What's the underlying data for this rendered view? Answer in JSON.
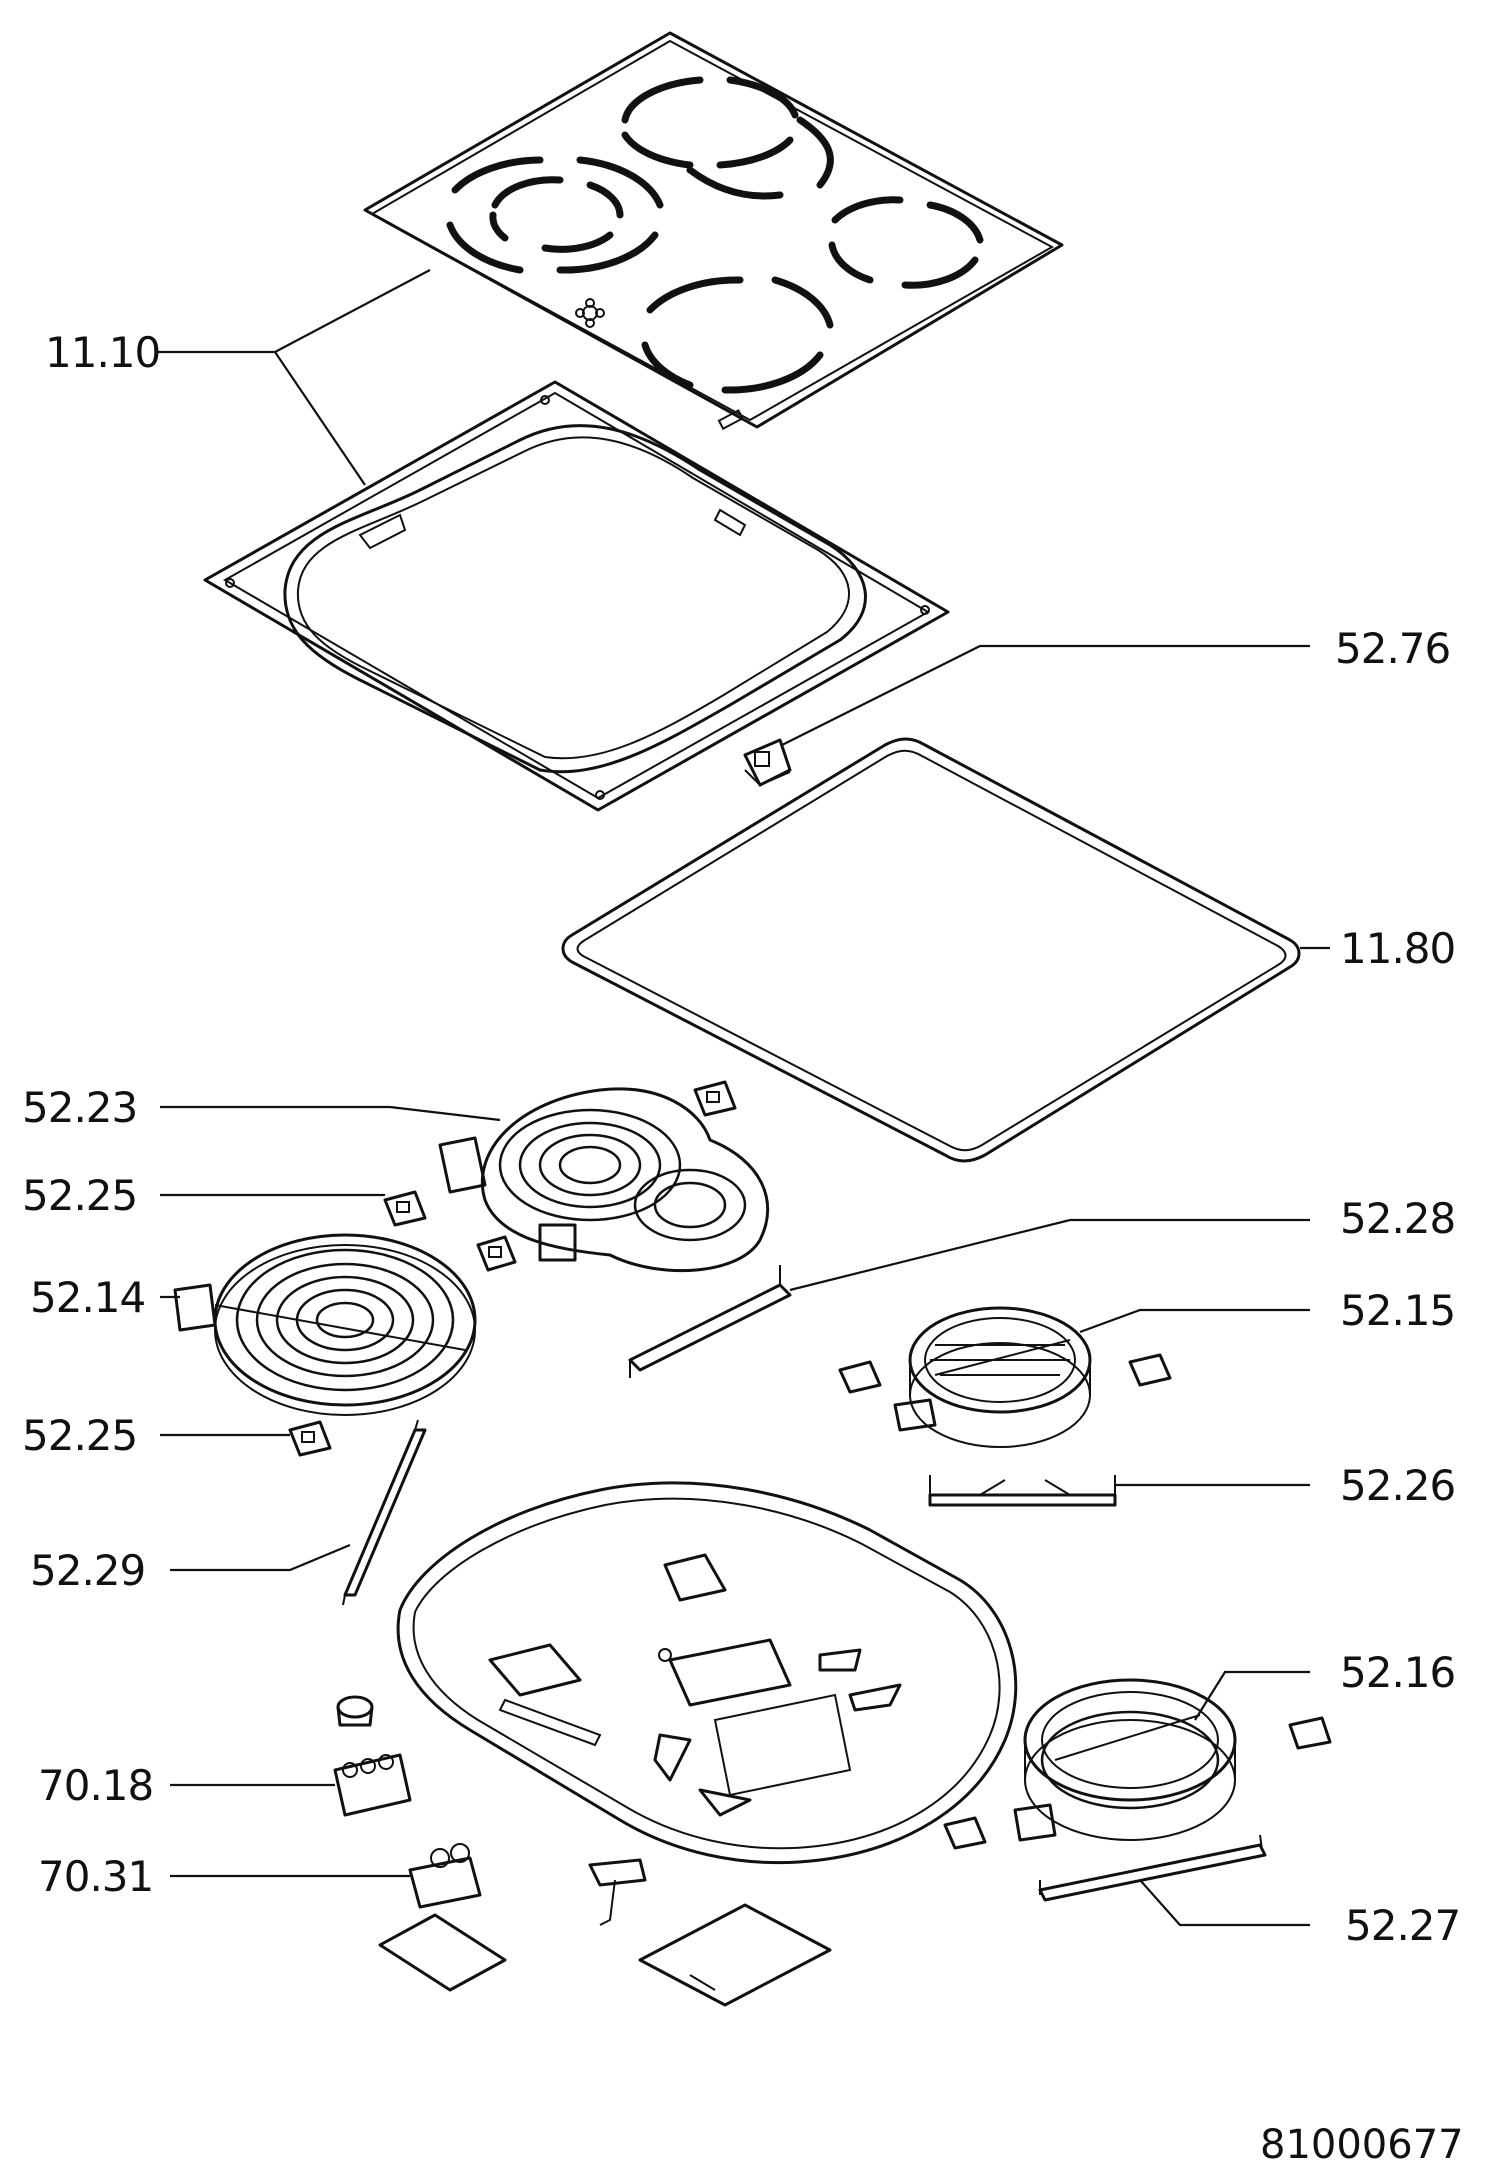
{
  "callouts": [
    {
      "id": "c1110",
      "label": "11.10"
    },
    {
      "id": "c5276",
      "label": "52.76"
    },
    {
      "id": "c1180",
      "label": "11.80"
    },
    {
      "id": "c5223",
      "label": "52.23"
    },
    {
      "id": "c5225a",
      "label": "52.25"
    },
    {
      "id": "c5228",
      "label": "52.28"
    },
    {
      "id": "c5214",
      "label": "52.14"
    },
    {
      "id": "c5215",
      "label": "52.15"
    },
    {
      "id": "c5225b",
      "label": "52.25"
    },
    {
      "id": "c5226",
      "label": "52.26"
    },
    {
      "id": "c5229",
      "label": "52.29"
    },
    {
      "id": "c5216",
      "label": "52.16"
    },
    {
      "id": "c7018",
      "label": "70.18"
    },
    {
      "id": "c7031",
      "label": "70.31"
    },
    {
      "id": "c5227",
      "label": "52.27"
    }
  ],
  "document_number": "81000677"
}
